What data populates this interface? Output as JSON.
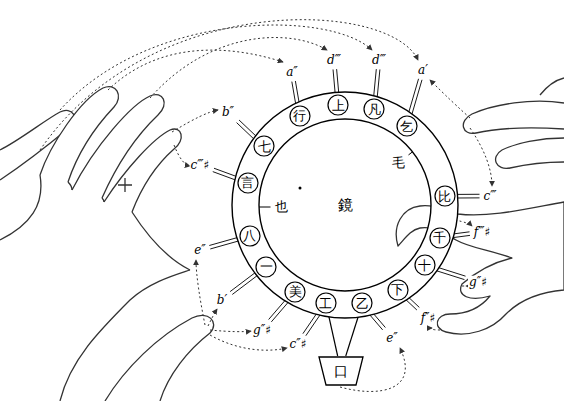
{
  "diagram": {
    "nodes": [
      {
        "text": [
          "鏡"
        ]
      },
      {
        "text": [
          "行"
        ],
        "in": 0
      },
      {
        "text": [
          "上"
        ],
        "in": 0
      },
      {
        "text": [
          "凡"
        ],
        "in": 0
      },
      {
        "text": [
          "乞"
        ],
        "in": 0
      },
      {
        "text": [
          "七"
        ],
        "in": 0
      },
      {
        "text": [
          "比"
        ],
        "in": 0
      },
      {
        "text": [
          "言"
        ],
        "in": 0
      },
      {
        "text": [
          "八"
        ],
        "in": 0
      },
      {
        "text": [
          "一"
        ],
        "in": 0
      },
      {
        "text": [
          "千"
        ],
        "in": 0
      },
      {
        "text": [
          "十"
        ],
        "in": 0
      },
      {
        "text": [
          "美"
        ],
        "in": 0
      },
      {
        "text": [
          "工"
        ],
        "in": 0
      },
      {
        "text": [
          "乙"
        ],
        "in": 0
      },
      {
        "text": [
          "下"
        ],
        "in": 0
      },
      {
        "text": [
          "口"
        ]
      }
    ],
    "edges": [
      {
        "from": 16,
        "to": 13,
        "arrow": "none"
      },
      {
        "from": 16,
        "to": 14,
        "arrow": "none"
      }
    ],
    "labels": [
      "a″",
      "d‴",
      "d‴",
      "a′",
      "b″",
      "c‴",
      "c‴♯",
      "e″",
      "b′",
      "f‴♯",
      "g″♯",
      "g″♯",
      "c″♯",
      "e″",
      "f″♯",
      "毛",
      "也"
    ]
  }
}
